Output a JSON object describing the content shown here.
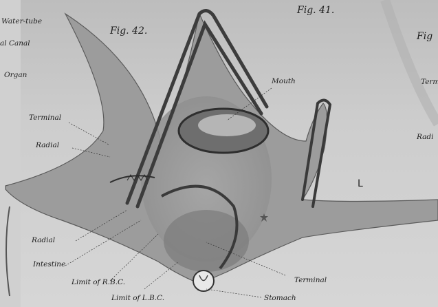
{
  "figures": {
    "fig42_title": "Fig. 42.",
    "fig41_title": "Fig. 41.",
    "fig_right_partial": "Fig"
  },
  "left_fragments": {
    "water_tube": "Water-tube",
    "canal": "al Canal",
    "organ": "Organ"
  },
  "fig42_labels": {
    "mouth": "Mouth",
    "terminal_upper": "Terminal",
    "radial_upper": "Radial",
    "radial_lower": "Radial",
    "intestine": "Intestine",
    "limit_rbc": "Limit of R.B.C.",
    "limit_lbc": "Limit of L.B.C.",
    "terminal_lower": "Terminal",
    "stomach": "Stomach"
  },
  "fig41_labels": {
    "terminal_partial": "Term",
    "radial_partial": "Radi",
    "letter_l": "L"
  }
}
